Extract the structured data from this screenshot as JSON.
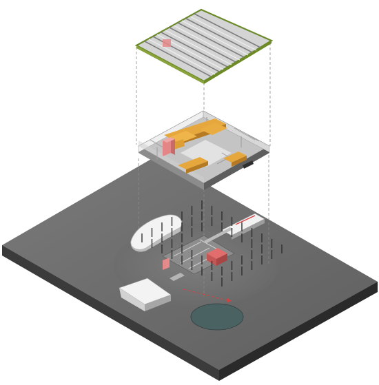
{
  "figure": {
    "kind": "exploded-axonometric-architecture-diagram",
    "layers": [
      "roof",
      "upper-floor",
      "ground-plane"
    ],
    "colors": {
      "background": "#ffffff",
      "ground_top": "#6f6f6f",
      "ground_side": "#3a3a3a",
      "ground_front": "#2c2c2c",
      "roof_frame": "#6b8a2a",
      "roof_panel": "#cfcfcf",
      "roof_strip": "#8e8e8e",
      "floor_slab": "#bdbdbd",
      "wall": "#e8e8e8",
      "wall_shadow": "#9a9a9a",
      "program_orange": "#e2a33a",
      "program_orange_dark": "#b97c22",
      "highlight_red": "#e57f7f",
      "pavilion_white": "#f2f2f2",
      "pond": "#4d6363",
      "guide_line": "#8a8a8a",
      "arrow_red": "#d84040"
    }
  }
}
